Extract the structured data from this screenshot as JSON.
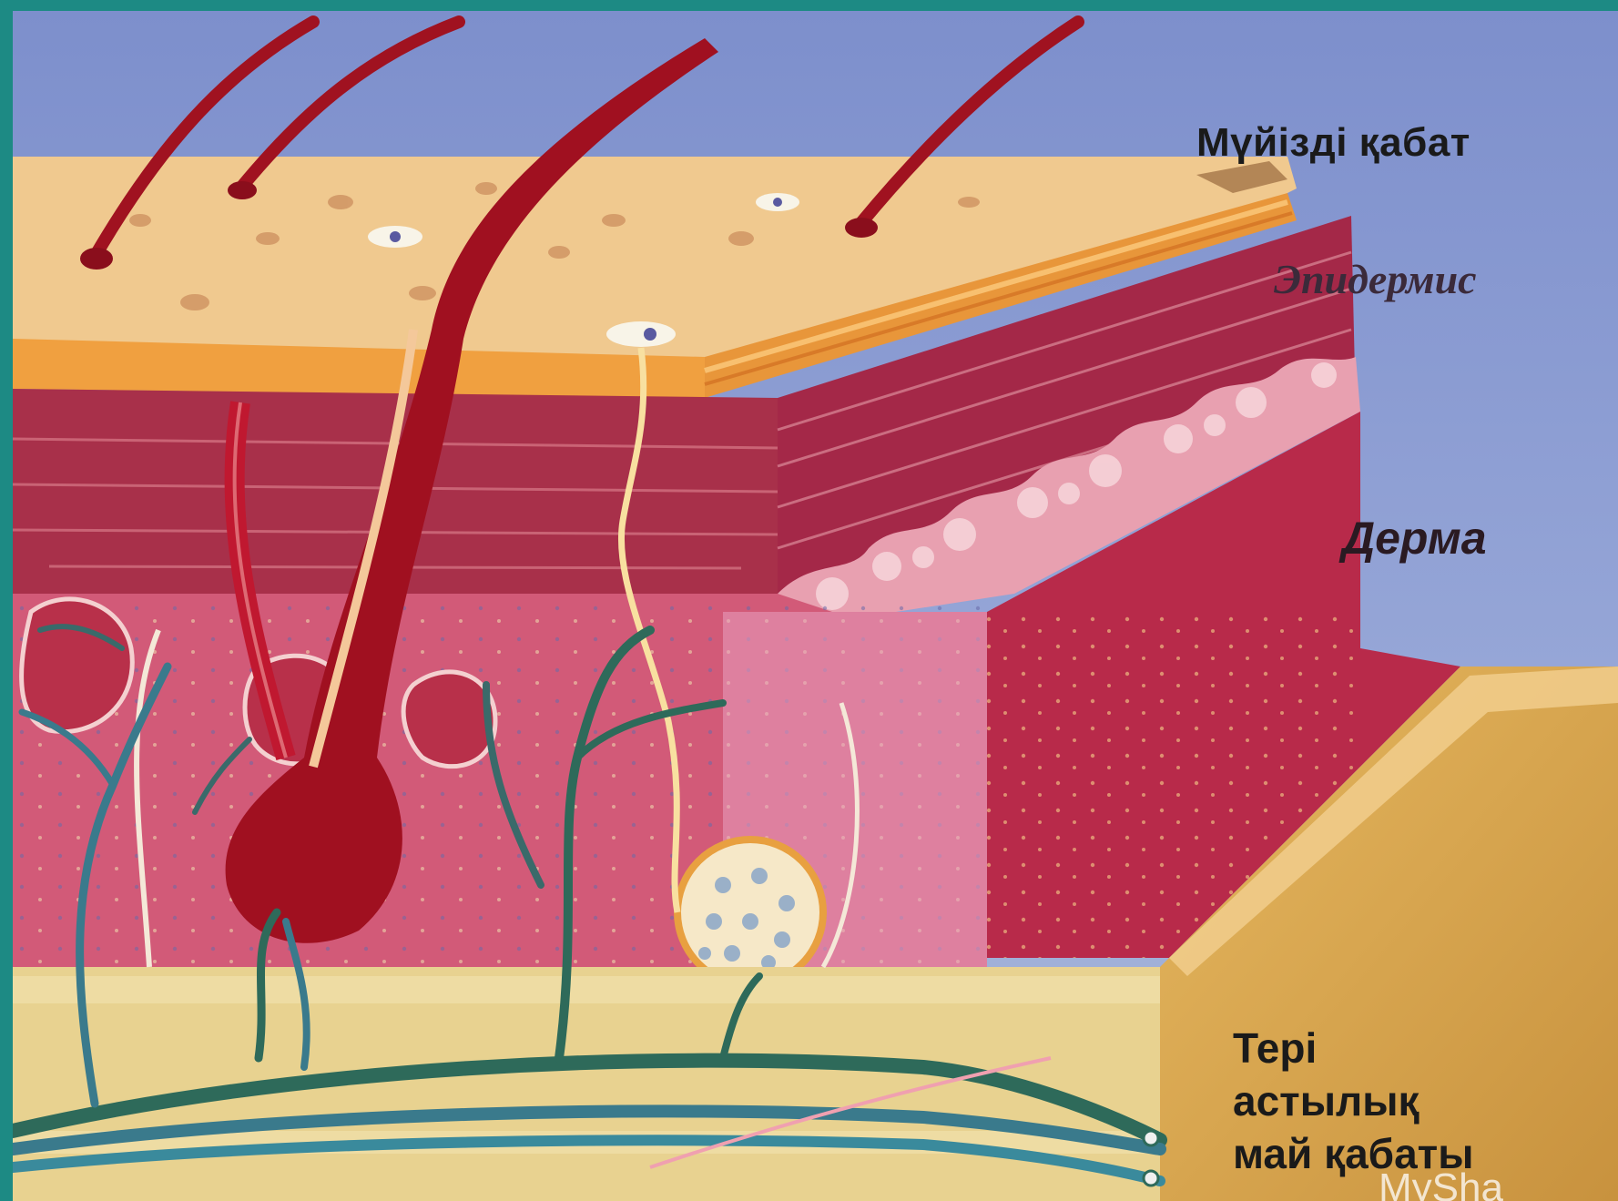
{
  "labels": {
    "horny_layer": "Мүйізді қабат",
    "epidermis": "Эпидермис",
    "dermis": "Дерма",
    "subcutaneous": [
      "Тері",
      "астылық",
      "май қабаты"
    ]
  },
  "watermark": "MySha",
  "colors": {
    "frame": "#1d8a84",
    "sky": "#8a9bd0",
    "epidermis_top": "#efc890",
    "stratum_band": "#f0a040",
    "dermis_band": "#a8304a",
    "dermis_side": "#b82a4a",
    "reticular": "#d05a78",
    "fat": "#e8d290",
    "fat_block": "#d8a850",
    "hair": "#9a1020",
    "vessel_green": "#2e6a5a",
    "vessel_blue": "#3a7a8c"
  }
}
